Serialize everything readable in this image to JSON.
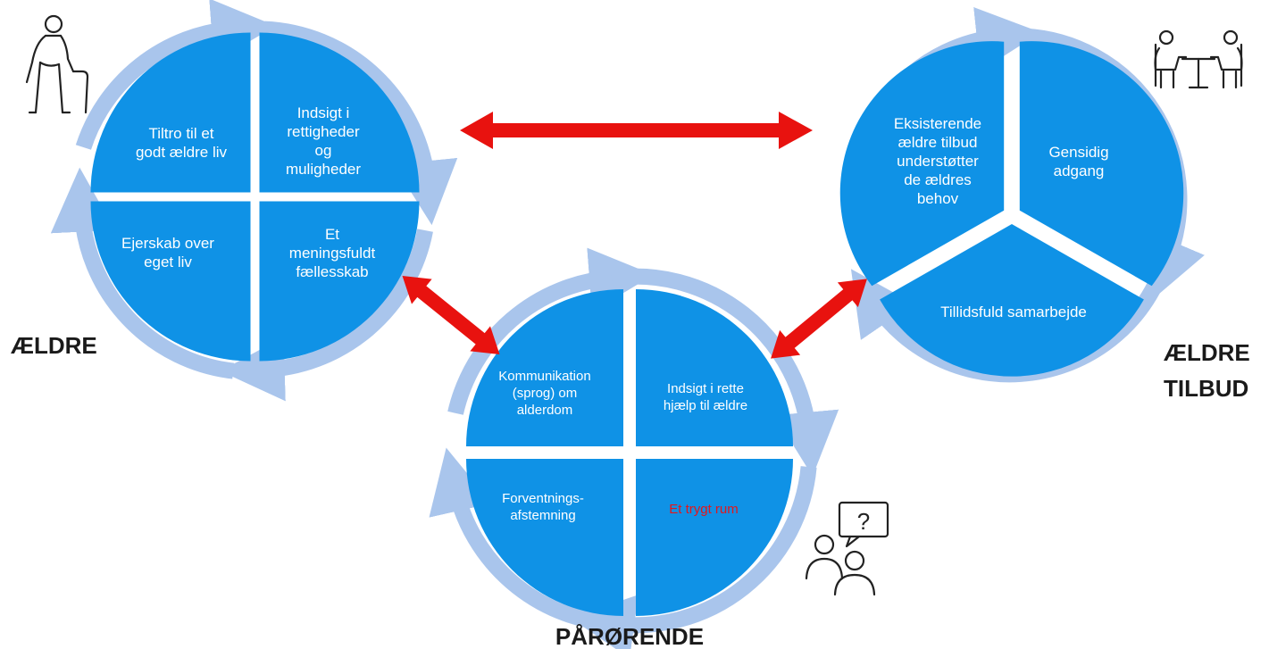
{
  "colors": {
    "segment_fill": "#0f92e6",
    "ring": "#a9c5ec",
    "arrow": "#e8120f",
    "segment_text": "#ffffff",
    "highlight_text": "#e4161b",
    "label_text": "#1a1a1a",
    "icon_stroke": "#222222"
  },
  "icons": {
    "aeldre": "elderly-person-with-cane-icon",
    "tilbud": "two-people-at-table-icon",
    "paaroerende": "two-people-question-bubble-icon",
    "question_mark": "?"
  },
  "groups": {
    "aeldre": {
      "label_lines": [
        "ÆLDRE"
      ],
      "segments": [
        {
          "lines": [
            "Tiltro til et",
            "godt ældre liv"
          ]
        },
        {
          "lines": [
            "Indsigt i",
            "rettigheder",
            "og",
            "muligheder"
          ]
        },
        {
          "lines": [
            "Ejerskab over",
            "eget liv"
          ]
        },
        {
          "lines": [
            "Et",
            "meningsfuldt",
            "fællesskab"
          ]
        }
      ]
    },
    "tilbud": {
      "label_lines": [
        "ÆLDRE",
        "TILBUD"
      ],
      "segments": [
        {
          "lines": [
            "Eksisterende",
            "ældre tilbud",
            "understøtter",
            "de ældres",
            "behov"
          ]
        },
        {
          "lines": [
            "Gensidig",
            "adgang"
          ]
        },
        {
          "lines": [
            "Tillidsfuld samarbejde"
          ]
        }
      ]
    },
    "paaroerende": {
      "label_lines": [
        "PÅRØRENDE"
      ],
      "segments": [
        {
          "lines": [
            "Kommunikation",
            "(sprog) om",
            "alderdom"
          ]
        },
        {
          "lines": [
            "Indsigt i rette",
            "hjælp til ældre"
          ]
        },
        {
          "lines": [
            "Forventnings-",
            "afstemning"
          ]
        },
        {
          "lines": [
            "Et trygt rum"
          ],
          "highlight": true
        }
      ]
    }
  }
}
